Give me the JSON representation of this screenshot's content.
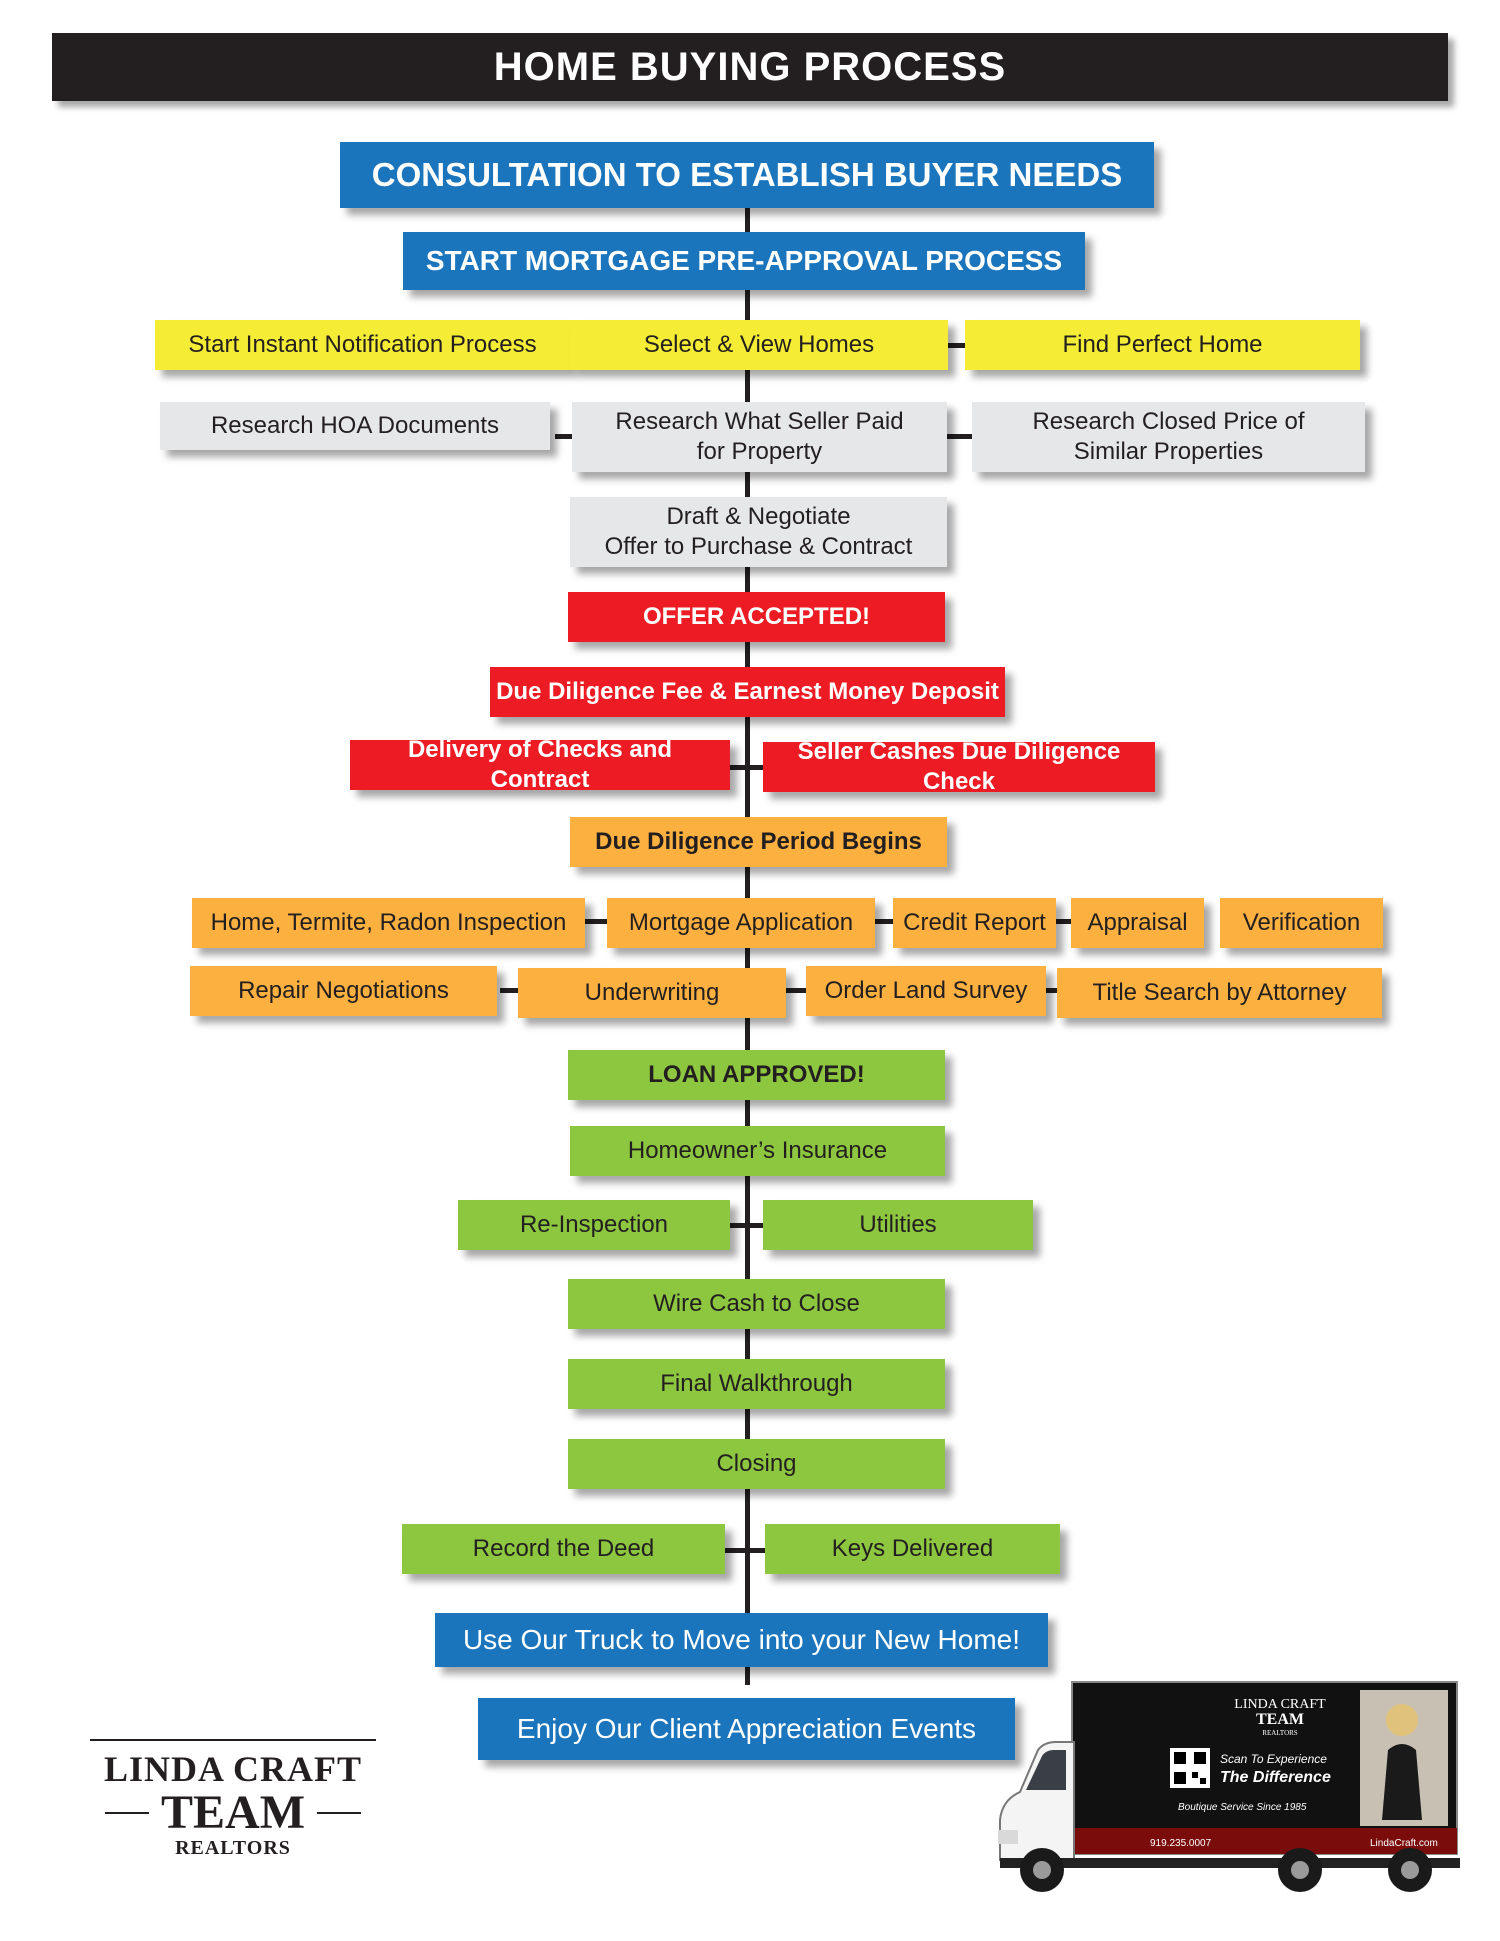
{
  "title": "HOME BUYING PROCESS",
  "steps": {
    "consultation": "CONSULTATION TO ESTABLISH BUYER NEEDS",
    "preapproval": "START MORTGAGE PRE-APPROVAL PROCESS",
    "instant_notification": "Start Instant Notification Process",
    "select_view": "Select & View Homes",
    "find_home": "Find Perfect Home",
    "research_hoa": "Research HOA Documents",
    "research_seller_paid_1": "Research What Seller Paid",
    "research_seller_paid_2": "for Property",
    "research_closed_1": "Research Closed Price of",
    "research_closed_2": "Similar Properties",
    "draft_offer_1": "Draft & Negotiate",
    "draft_offer_2": "Offer to Purchase & Contract",
    "offer_accepted": "OFFER ACCEPTED!",
    "due_diligence_fee": "Due Diligence Fee & Earnest Money Deposit",
    "delivery_checks": "Delivery of Checks and Contract",
    "seller_cashes": "Seller Cashes Due Diligence Check",
    "dd_period": "Due Diligence Period Begins",
    "inspection": "Home, Termite, Radon Inspection",
    "mortgage_app": "Mortgage Application",
    "credit_report": "Credit Report",
    "appraisal": "Appraisal",
    "verification": "Verification",
    "repair_neg": "Repair Negotiations",
    "underwriting": "Underwriting",
    "land_survey": "Order Land Survey",
    "title_search": "Title Search by Attorney",
    "loan_approved": "LOAN APPROVED!",
    "insurance": "Homeowner’s Insurance",
    "reinspection": "Re-Inspection",
    "utilities": "Utilities",
    "wire_cash": "Wire Cash to Close",
    "walkthrough": "Final Walkthrough",
    "closing": "Closing",
    "record_deed": "Record the Deed",
    "keys": "Keys Delivered",
    "truck_move": "Use Our Truck to Move into your New Home!",
    "events": "Enjoy Our Client Appreciation Events"
  },
  "logo": {
    "line1": "LINDA CRAFT",
    "line2": "TEAM",
    "line3": "REALTORS"
  },
  "truck": {
    "brand1": "LINDA CRAFT",
    "brand2": "TEAM",
    "brand3": "REALTORS",
    "scan": "Scan To Experience",
    "difference": "The Difference",
    "since": "Boutique Service Since 1985",
    "phone": "919.235.0007",
    "site": "LindaCraft.com"
  },
  "colors": {
    "blue": "#1b75bc",
    "yellow": "#f4ec35",
    "gray": "#e6e7e8",
    "red": "#ed1c24",
    "orange": "#fbb040",
    "green": "#8dc63f",
    "dark": "#231f20"
  }
}
